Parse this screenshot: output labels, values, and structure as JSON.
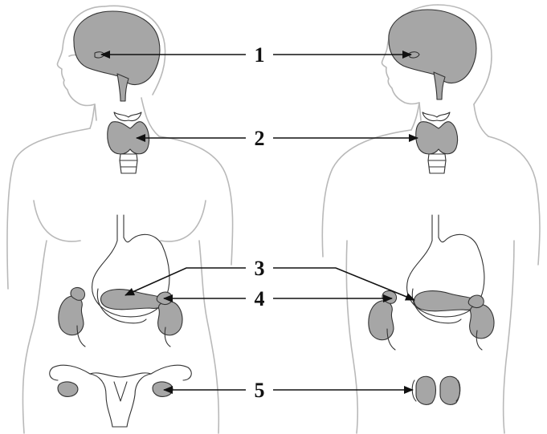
{
  "labels": {
    "n1": "1",
    "n2": "2",
    "n3": "3",
    "n4": "4",
    "n5": "5"
  },
  "colors": {
    "organ_fill": "#a6a6a6",
    "body_outline": "#b9b9b9",
    "line": "#111111"
  }
}
